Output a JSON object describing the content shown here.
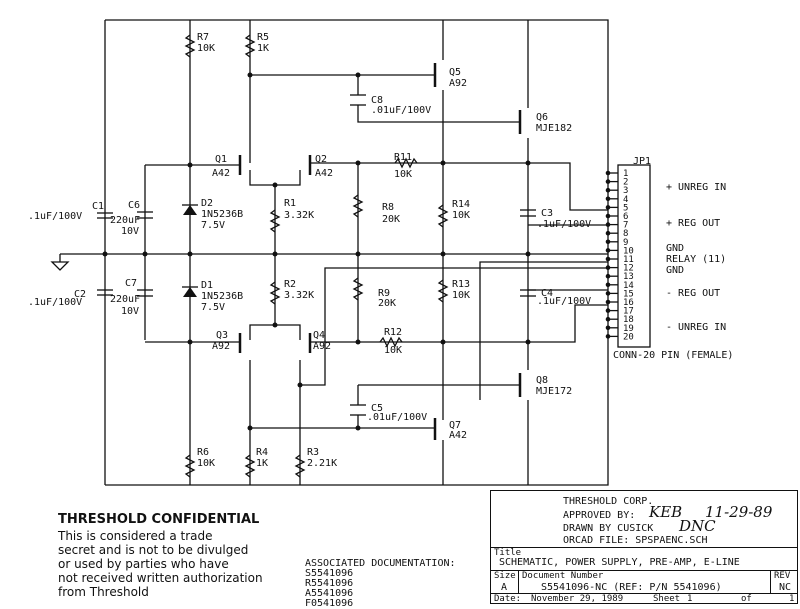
{
  "components": {
    "r7": {
      "ref": "R7",
      "value": "10K"
    },
    "r5": {
      "ref": "R5",
      "value": "1K"
    },
    "q5": {
      "ref": "Q5",
      "value": "A92"
    },
    "c8": {
      "ref": "C8",
      "value": ".01uF/100V"
    },
    "q6": {
      "ref": "Q6",
      "value": "MJE182"
    },
    "q1": {
      "ref": "Q1",
      "value": "A42"
    },
    "q2": {
      "ref": "Q2",
      "value": "A42"
    },
    "r11": {
      "ref": "R11",
      "value": "10K"
    },
    "c1": {
      "ref": "C1",
      "value": ".1uF/100V"
    },
    "c6": {
      "ref": "C6",
      "value": "220uF",
      "value2": "10V"
    },
    "d2": {
      "ref": "D2",
      "value": "1N5236B",
      "value2": "7.5V"
    },
    "r1": {
      "ref": "R1",
      "value": "3.32K"
    },
    "r8": {
      "ref": "R8",
      "value": "20K"
    },
    "r14": {
      "ref": "R14",
      "value": "10K"
    },
    "c3": {
      "ref": "C3",
      "value": ".1uF/100V"
    },
    "c2": {
      "ref": "C2",
      "value": ".1uF/100V"
    },
    "c7": {
      "ref": "C7",
      "value": "220uF",
      "value2": "10V"
    },
    "d1": {
      "ref": "D1",
      "value": "1N5236B",
      "value2": "7.5V"
    },
    "r2": {
      "ref": "R2",
      "value": "3.32K"
    },
    "r9": {
      "ref": "R9",
      "value": "20K"
    },
    "r13": {
      "ref": "R13",
      "value": "10K"
    },
    "c4": {
      "ref": "C4",
      "value": ".1uF/100V"
    },
    "q3": {
      "ref": "Q3",
      "value": "A92"
    },
    "q4": {
      "ref": "Q4",
      "value": "A92"
    },
    "r12": {
      "ref": "R12",
      "value": "10K"
    },
    "q8": {
      "ref": "Q8",
      "value": "MJE172"
    },
    "c5": {
      "ref": "C5",
      "value": ".01uF/100V"
    },
    "q7": {
      "ref": "Q7",
      "value": "A42"
    },
    "r6": {
      "ref": "R6",
      "value": "10K"
    },
    "r4": {
      "ref": "R4",
      "value": "1K"
    },
    "r3": {
      "ref": "R3",
      "value": "2.21K"
    }
  },
  "connector": {
    "ref": "JP1",
    "pins": [
      "1",
      "2",
      "3",
      "4",
      "5",
      "6",
      "7",
      "8",
      "9",
      "10",
      "11",
      "12",
      "13",
      "14",
      "15",
      "16",
      "17",
      "18",
      "19",
      "20"
    ],
    "labels": {
      "unreg_in_pos": "+ UNREG IN",
      "reg_out_pos": "+ REG OUT",
      "gnd1": "GND",
      "relay": "RELAY (11)",
      "gnd2": "GND",
      "reg_out_neg": "- REG OUT",
      "unreg_in_neg": "- UNREG IN"
    },
    "caption": "CONN-20 PIN (FEMALE)"
  },
  "confidential": {
    "title": "THRESHOLD CONFIDENTIAL",
    "lines": [
      "This is considered a trade",
      "secret and is not to be divulged",
      "or used by parties who have",
      "not received written authorization",
      "from Threshold"
    ]
  },
  "associated": {
    "heading": "ASSOCIATED DOCUMENTATION:",
    "docs": [
      "S5541096",
      "R5541096",
      "A5541096",
      "F0541096"
    ]
  },
  "title_block": {
    "company": "THRESHOLD CORP.",
    "approved_by": "APPROVED BY:",
    "approved_sig": "KEB",
    "approved_date": "11-29-89",
    "drawn_by": "DRAWN BY CUSICK",
    "drawn_sig": "DNC",
    "orcad_file": "ORCAD FILE: SPSPAENC.SCH",
    "title_label": "Title",
    "title": "SCHEMATIC, POWER SUPPLY, PRE-AMP, E-LINE",
    "size_label": "Size",
    "size": "A",
    "docnum_label": "Document Number",
    "docnum": "S5541096-NC (REF: P/N 5541096)",
    "rev_label": "REV",
    "rev": "NC",
    "date_label": "Date:",
    "date": "November 29, 1989",
    "sheet_label": "Sheet",
    "sheet": "1",
    "of_label": "of",
    "of": "1"
  }
}
